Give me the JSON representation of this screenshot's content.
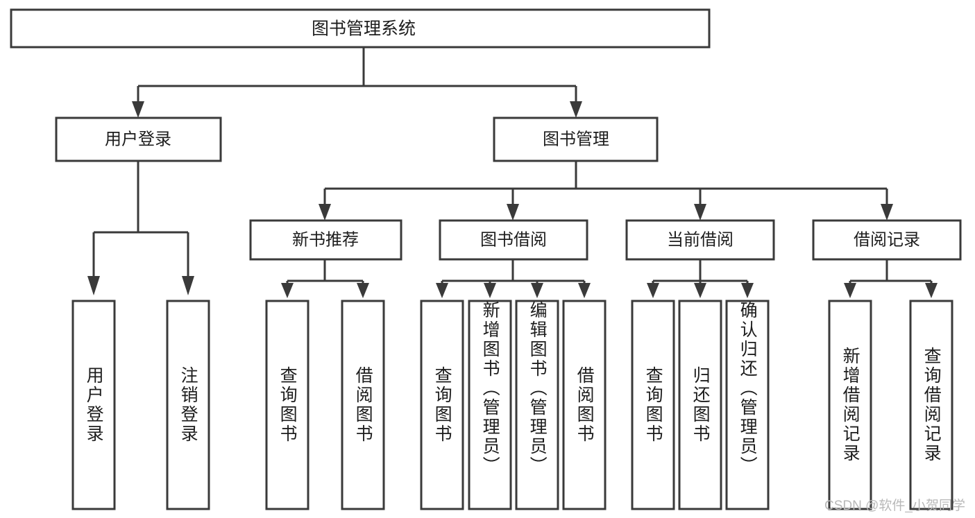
{
  "diagram": {
    "title": "图书管理系统",
    "watermark": "CSDN @软件_小贺同学",
    "colors": {
      "stroke": "#3a3a3a",
      "fill": "#ffffff",
      "text": "#1d1d1d",
      "watermark": "#b9b9b9"
    },
    "root": {
      "label": "图书管理系统"
    },
    "level2": [
      {
        "label": "用户登录"
      },
      {
        "label": "图书管理"
      }
    ],
    "level3": [
      {
        "label": "新书推荐"
      },
      {
        "label": "图书借阅"
      },
      {
        "label": "当前借阅"
      },
      {
        "label": "借阅记录"
      }
    ],
    "leaves": {
      "user_login": [
        {
          "label": "用户登录"
        },
        {
          "label": "注销登录"
        }
      ],
      "new_book_recommend": [
        {
          "label": "查询图书"
        },
        {
          "label": "借阅图书"
        }
      ],
      "book_borrow": [
        {
          "label": "查询图书"
        },
        {
          "label": "新增图书（管理员）"
        },
        {
          "label": "编辑图书（管理员）"
        },
        {
          "label": "借阅图书"
        }
      ],
      "current_borrow": [
        {
          "label": "查询图书"
        },
        {
          "label": "归还图书"
        },
        {
          "label": "确认归还（管理员）"
        }
      ],
      "borrow_record": [
        {
          "label": "新增借阅记录"
        },
        {
          "label": "查询借阅记录"
        }
      ]
    }
  }
}
